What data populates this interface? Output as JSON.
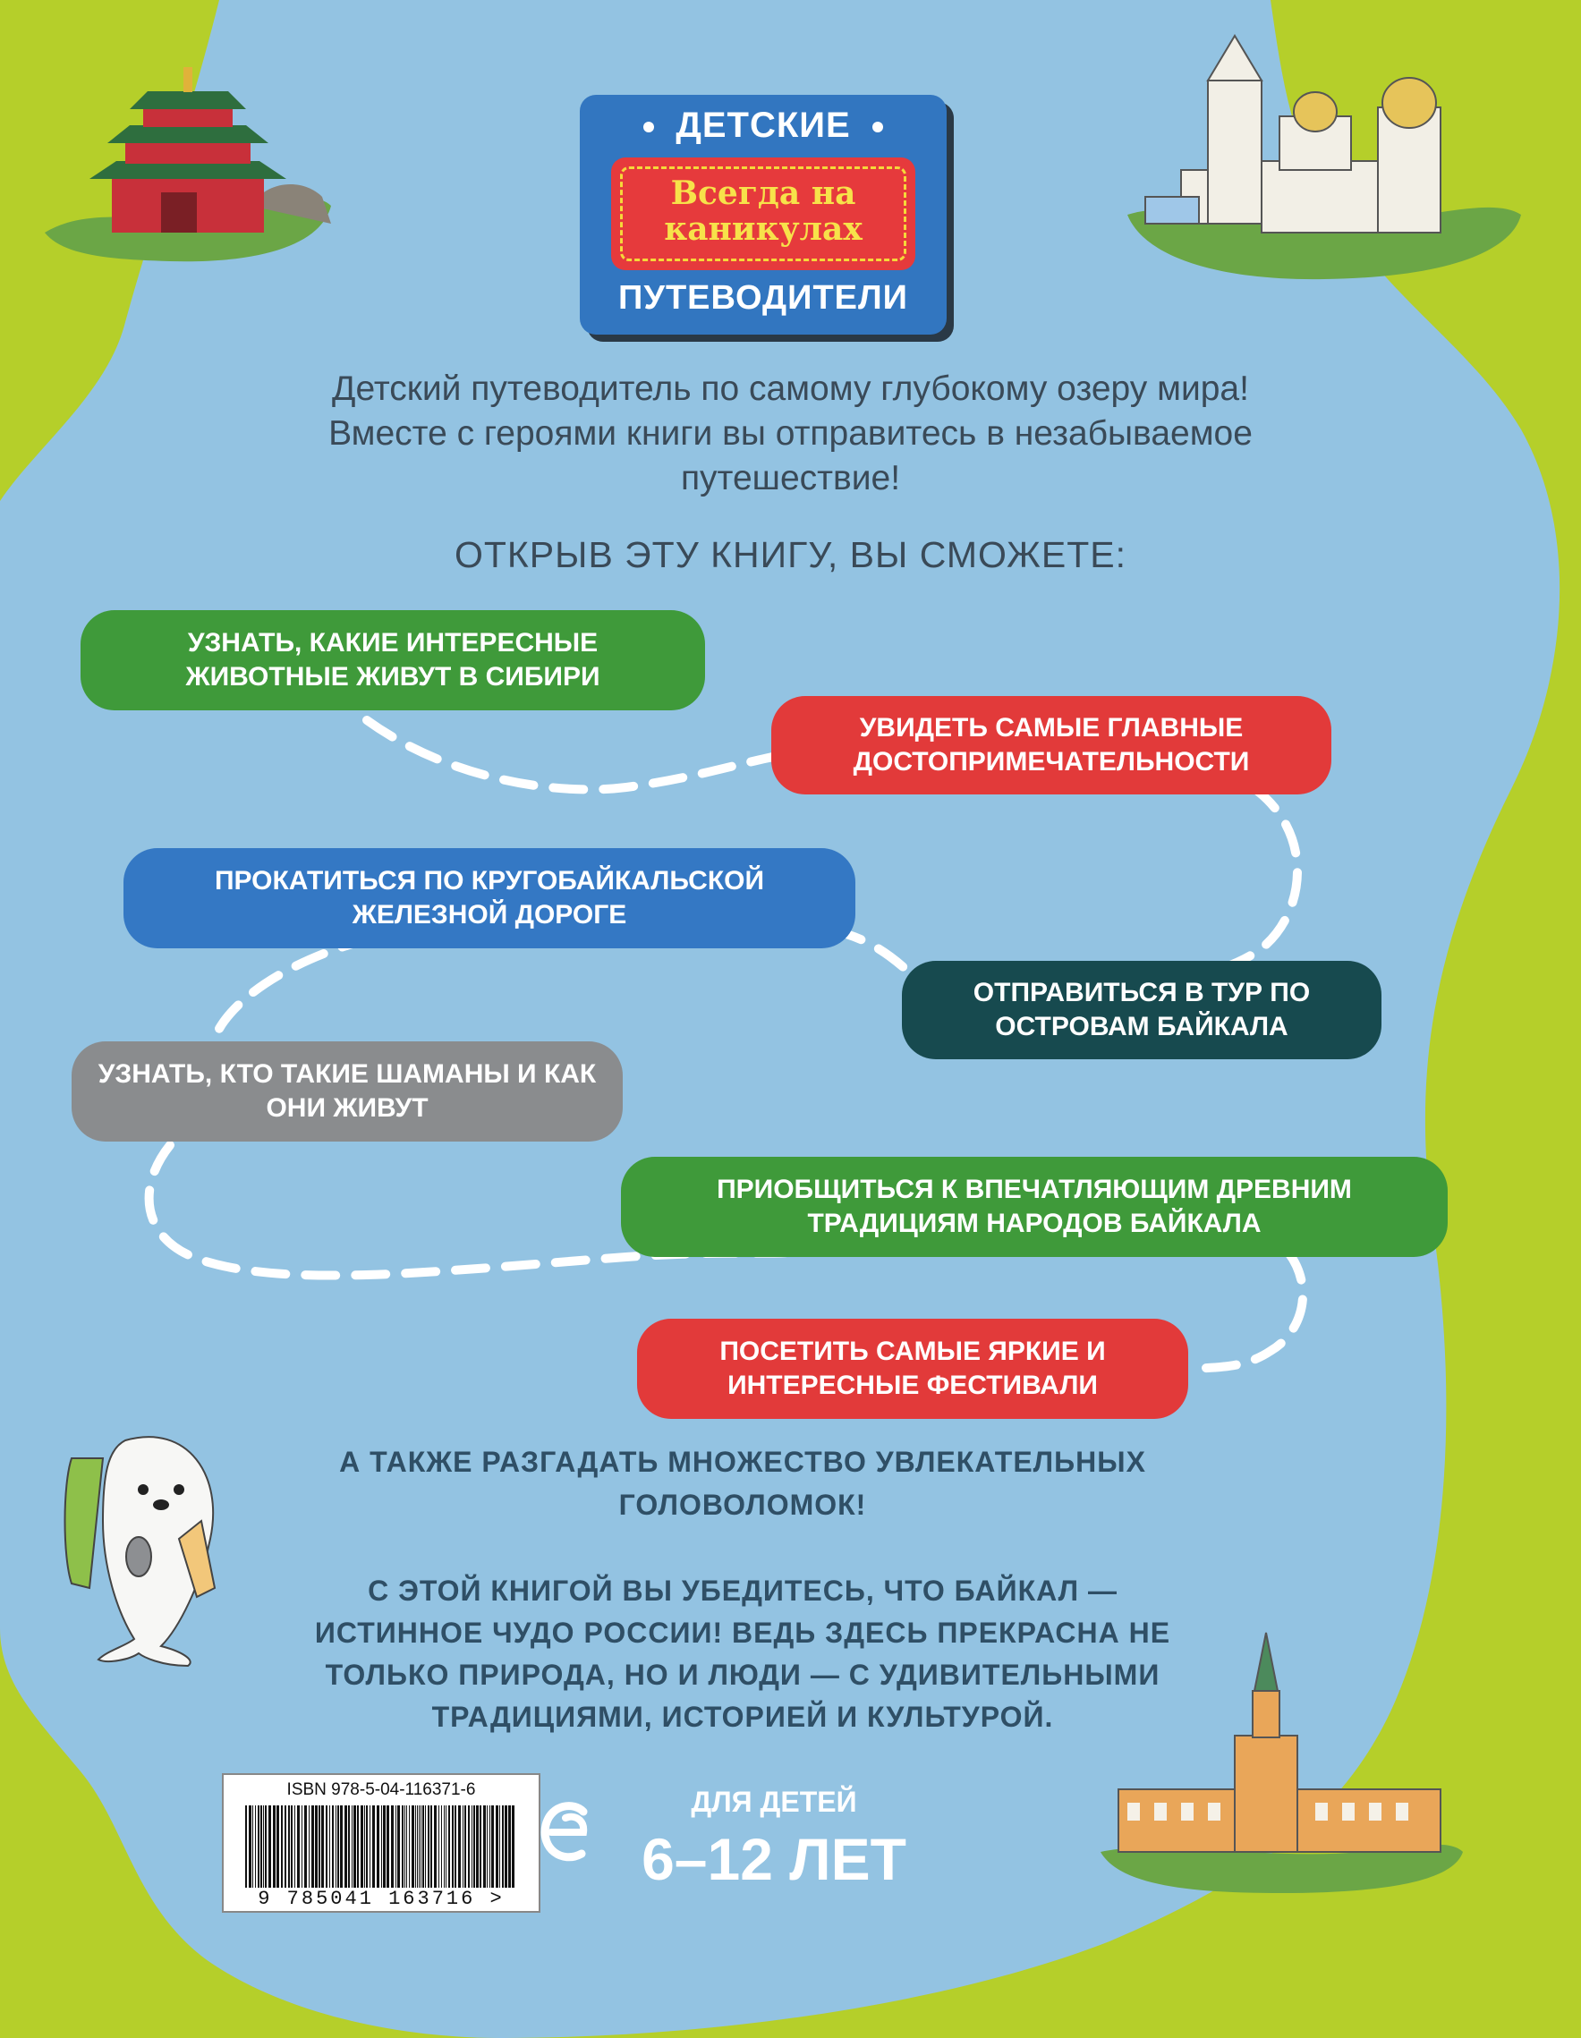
{
  "series_badge": {
    "top": "ДЕТСКИЕ",
    "middle": "Всегда на каникулах",
    "bottom": "ПУТЕВОДИТЕЛИ"
  },
  "intro_text": "Детский путеводитель по самому глубокому озеру мира! Вместе с героями книги вы отправитесь в незабываемое путешествие!",
  "subheading": "ОТКРЫВ ЭТУ КНИГУ, ВЫ СМОЖЕТЕ:",
  "features": [
    {
      "text": "УЗНАТЬ, КАКИЕ ИНТЕРЕСНЫЕ ЖИВОТНЫЕ ЖИВУТ В СИБИРИ",
      "color": "#3f9a3a"
    },
    {
      "text": "УВИДЕТЬ САМЫЕ ГЛАВНЫЕ ДОСТОПРИМЕЧАТЕЛЬНОСТИ",
      "color": "#e23a3a"
    },
    {
      "text": "ПРОКАТИТЬСЯ ПО КРУГОБАЙКАЛЬСКОЙ ЖЕЛЕЗНОЙ ДОРОГЕ",
      "color": "#3478c4"
    },
    {
      "text": "ОТПРАВИТЬСЯ В ТУР ПО ОСТРОВАМ БАЙКАЛА",
      "color": "#174a4f"
    },
    {
      "text": "УЗНАТЬ, КТО ТАКИЕ ШАМАНЫ И КАК ОНИ ЖИВУТ",
      "color": "#8a8c8e"
    },
    {
      "text": "ПРИОБЩИТЬСЯ К ВПЕЧАТЛЯЮЩИМ ДРЕВНИМ ТРАДИЦИЯМ НАРОДОВ БАЙКАЛА",
      "color": "#3f9a3a"
    },
    {
      "text": "ПОСЕТИТЬ САМЫЕ ЯРКИЕ И ИНТЕРЕСНЫЕ ФЕСТИВАЛИ",
      "color": "#e23a3a"
    }
  ],
  "paragraph_1": "А ТАКЖЕ РАЗГАДАТЬ МНОЖЕСТВО УВЛЕКАТЕЛЬНЫХ ГОЛОВОЛОМОК!",
  "paragraph_2": "С ЭТОЙ КНИГОЙ ВЫ УБЕДИТЕСЬ, ЧТО БАЙКАЛ — ИСТИННОЕ ЧУДО РОССИИ! ВЕДЬ ЗДЕСЬ ПРЕКРАСНА НЕ ТОЛЬКО ПРИРОДА, НО И ЛЮДИ — С УДИВИТЕЛЬНЫМИ ТРАДИЦИЯМИ, ИСТОРИЕЙ И КУЛЬТУРОЙ.",
  "isbn": "ISBN 978-5-04-116371-6",
  "barcode_digits": "9 785041 163716 >",
  "publisher_logo": "eksmo-e-icon",
  "age": {
    "label": "ДЛЯ ДЕТЕЙ",
    "value": "6–12 ЛЕТ"
  },
  "illustrations": [
    "datsan-temple-icon",
    "cathedral-icon",
    "baikal-seal-icon",
    "railway-station-icon"
  ],
  "colors": {
    "lake": "#93c3e2",
    "land": "#b5cf2a",
    "text_dark": "#2f4f66"
  }
}
